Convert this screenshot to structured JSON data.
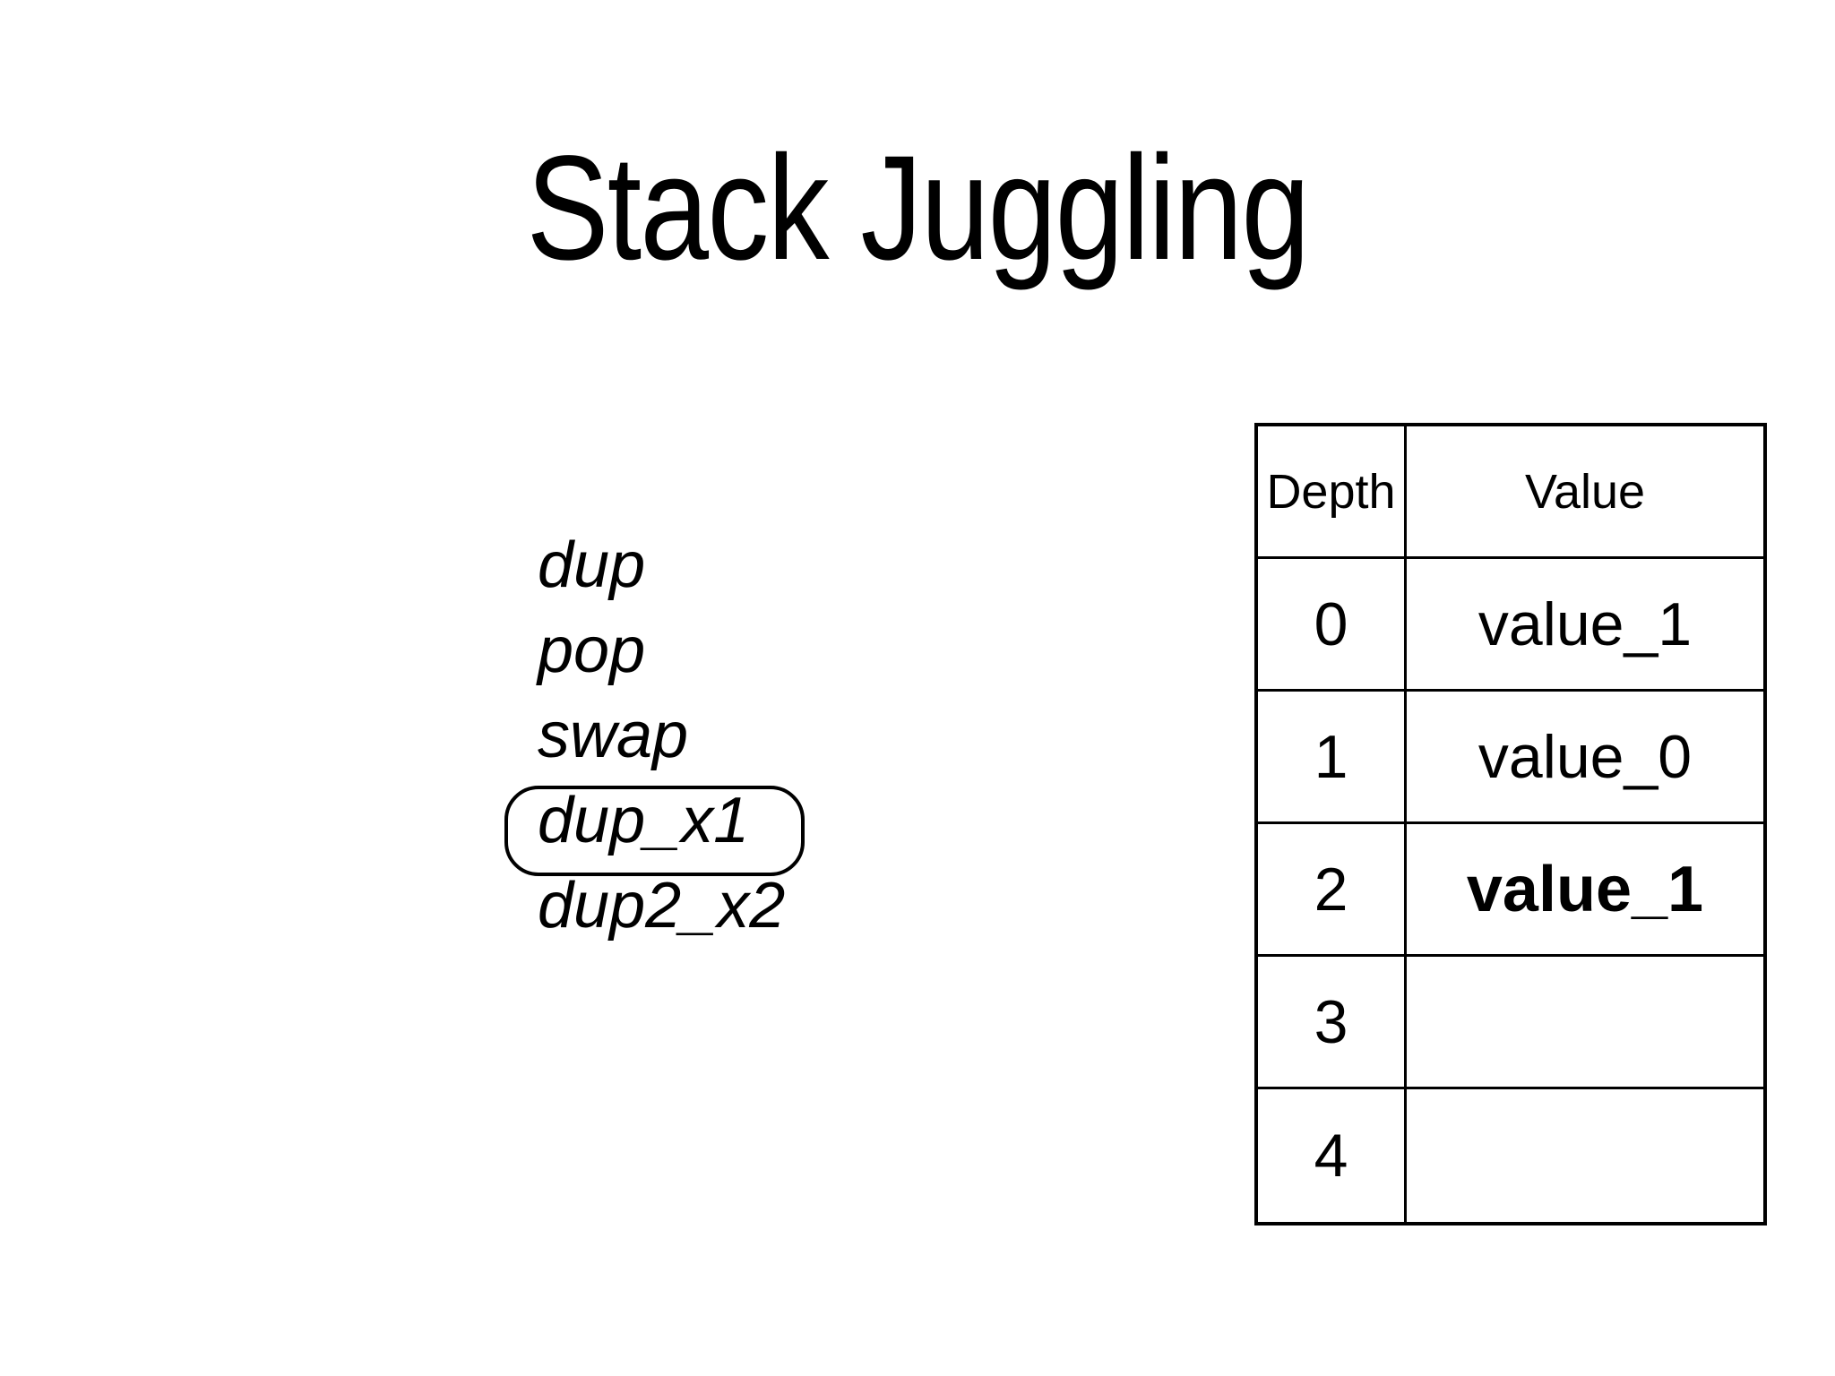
{
  "slide": {
    "title": "Stack Juggling",
    "instructions": [
      {
        "label": "dup",
        "highlighted": false
      },
      {
        "label": "pop",
        "highlighted": false
      },
      {
        "label": "swap",
        "highlighted": false
      },
      {
        "label": "dup_x1",
        "highlighted": true
      },
      {
        "label": "dup2_x2",
        "highlighted": false
      }
    ],
    "stack_table": {
      "columns": [
        "Depth",
        "Value"
      ],
      "rows": [
        {
          "depth": "0",
          "value": "value_1",
          "bold": false
        },
        {
          "depth": "1",
          "value": "value_0",
          "bold": false
        },
        {
          "depth": "2",
          "value": "value_1",
          "bold": true
        },
        {
          "depth": "3",
          "value": "",
          "bold": false
        },
        {
          "depth": "4",
          "value": "",
          "bold": false
        }
      ]
    },
    "colors": {
      "background": "#ffffff",
      "text": "#000000",
      "border": "#000000"
    }
  }
}
